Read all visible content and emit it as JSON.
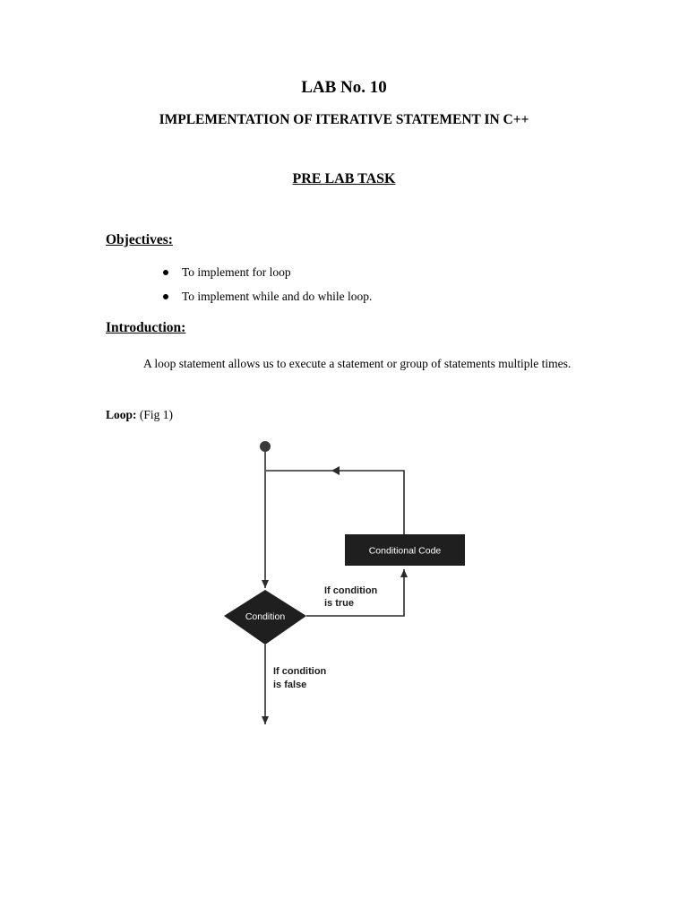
{
  "header": {
    "lab_title": "LAB No. 10",
    "subtitle": "IMPLEMENTATION OF ITERATIVE STATEMENT IN C++"
  },
  "pre_lab": {
    "heading": "PRE LAB TASK"
  },
  "objectives": {
    "heading": "Objectives:",
    "items": [
      "To implement for loop",
      "To implement while and do while loop."
    ]
  },
  "introduction": {
    "heading": "Introduction:",
    "paragraph": "A loop statement allows us to execute a statement or group of statements multiple times."
  },
  "loop": {
    "label": "Loop:",
    "caption": " (Fig 1)"
  },
  "diagram": {
    "conditional_code": "Conditional Code",
    "condition": "Condition",
    "true_label_1": "If condition",
    "true_label_2": "is true",
    "false_label_1": "If condition",
    "false_label_2": "is false",
    "colors": {
      "node_fill": "#1f1f1f",
      "line": "#2b2b2b",
      "node_text": "#ffffff"
    }
  }
}
